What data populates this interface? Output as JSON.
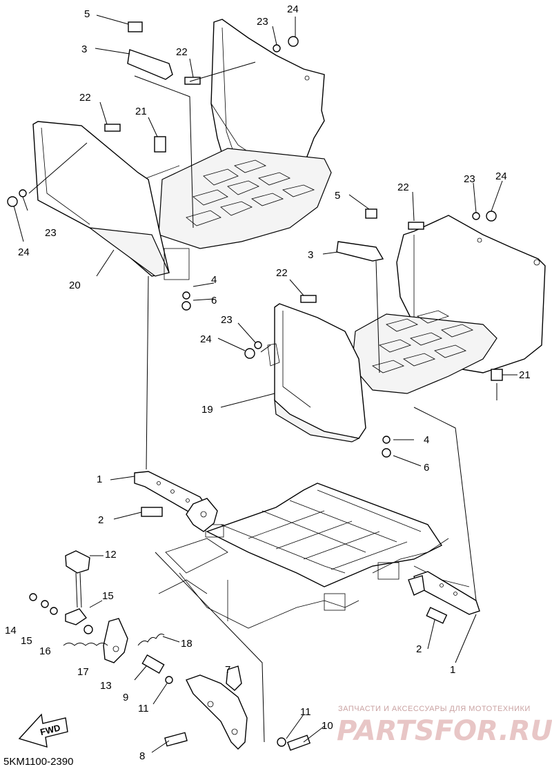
{
  "diagram": {
    "code": "5KM1100-2390",
    "fwd_label": "FWD",
    "watermark": {
      "caption": "ЗАПЧАСТИ И АКСЕССУАРЫ ДЛЯ МОТОТЕХНИКИ",
      "brand": "PARTSFOR.RU"
    },
    "callouts": [
      "1",
      "2",
      "3",
      "4",
      "5",
      "6",
      "7",
      "8",
      "9",
      "10",
      "11",
      "12",
      "13",
      "14",
      "15",
      "16",
      "17",
      "18",
      "19",
      "20",
      "21",
      "22",
      "23",
      "24"
    ]
  }
}
